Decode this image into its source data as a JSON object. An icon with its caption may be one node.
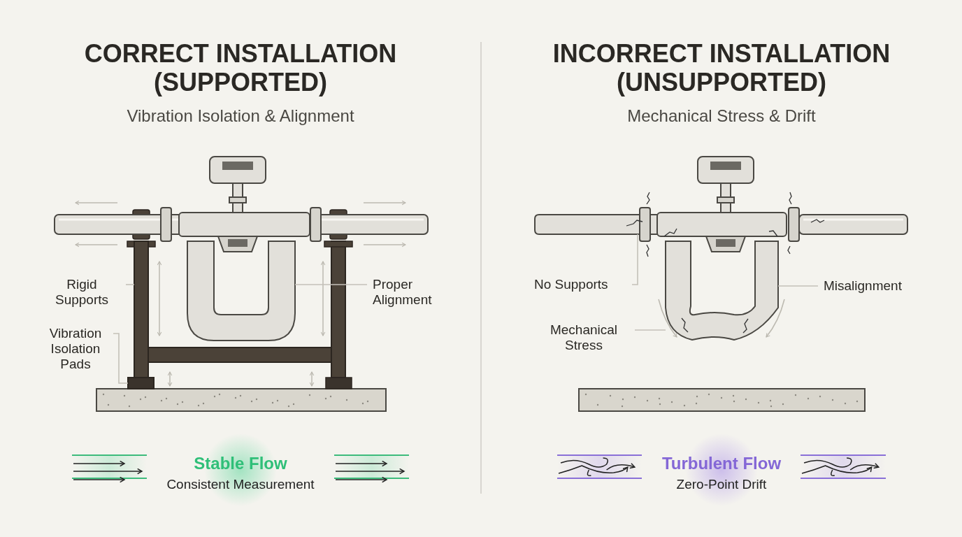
{
  "diagram": {
    "nodes": [
      {
        "text": [
          "Rigid Supports"
        ]
      },
      {
        "text": [],
        "shape": "bar"
      },
      {
        "text": [
          "Proper Alignment"
        ]
      },
      {
        "text": [],
        "shape": "picture"
      },
      {
        "text": [
          "Vibration Isolation Pads"
        ]
      },
      {
        "text": [],
        "shape": "bar"
      },
      {
        "text": [
          "No Supports"
        ]
      },
      {
        "text": [],
        "shape": "picture"
      },
      {
        "text": [
          "Misalignment"
        ]
      },
      {
        "text": [],
        "shape": "picture"
      },
      {
        "text": [
          "Mechanical Stress"
        ]
      }
    ],
    "edges": [
      {
        "from": 0,
        "to": 1,
        "arrow": "none"
      },
      {
        "from": 2,
        "to": 3,
        "arrow": "none"
      },
      {
        "from": 4,
        "to": 5,
        "arrow": "none"
      },
      {
        "from": 6,
        "to": 7,
        "arrow": "none"
      },
      {
        "from": 8,
        "to": 9,
        "arrow": "none"
      },
      {
        "from": 10,
        "to": 9,
        "arrow": "none"
      }
    ],
    "labels": [
      "CORRECT INSTALLATION (SUPPORTED)",
      "Vibration Isolation & Alignment",
      "INCORRECT INSTALLATION (UNSUPPORTED)",
      "Mechanical Stress & Drift",
      "Stable Flow",
      "Consistent Measurement",
      "Turbulent Flow",
      "Zero-Point Drift"
    ]
  }
}
